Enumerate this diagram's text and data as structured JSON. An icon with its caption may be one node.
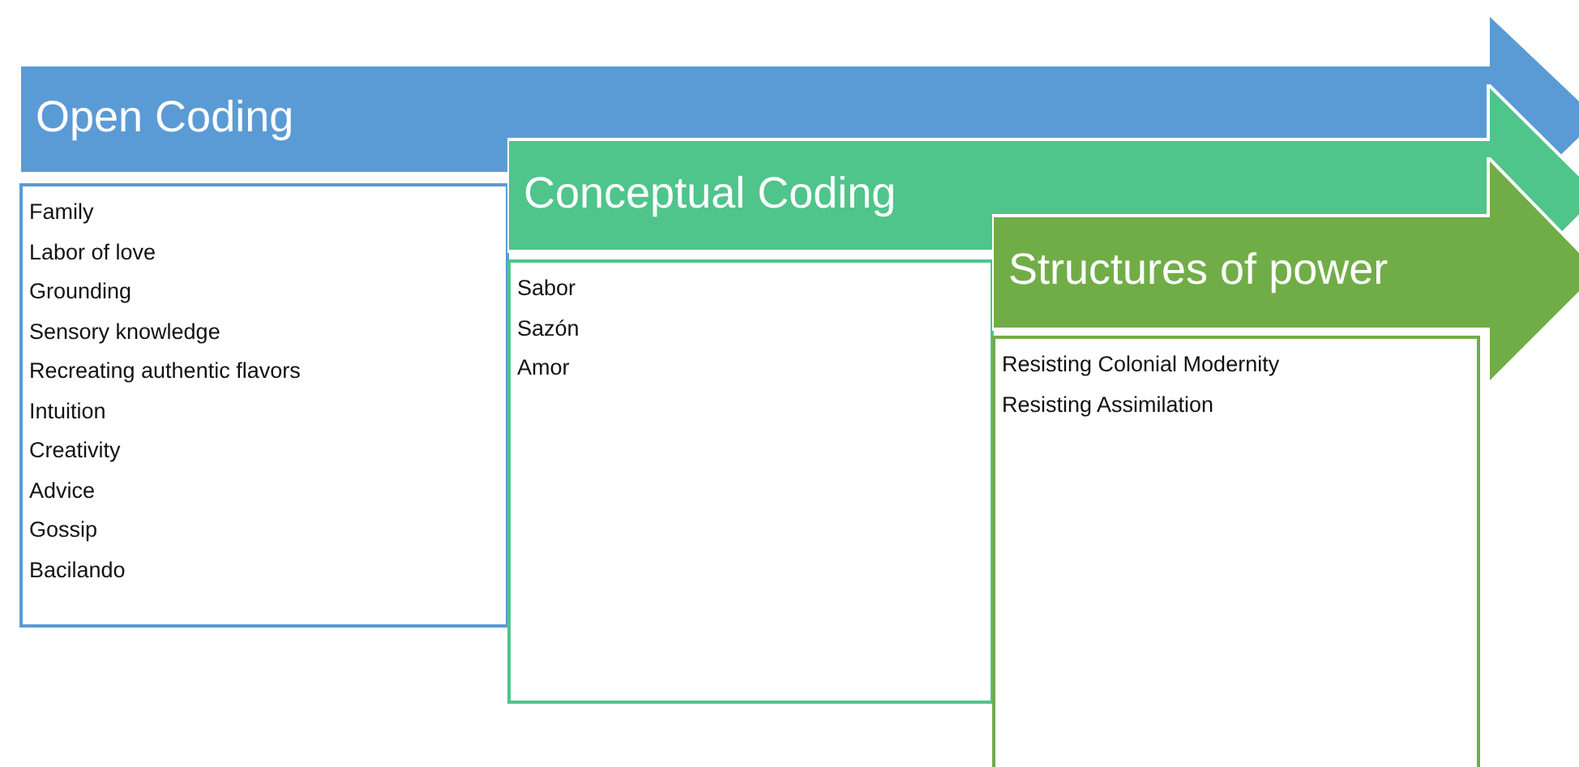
{
  "diagram": {
    "nodes": [
      {
        "text": [
          "Open Coding"
        ]
      },
      {
        "text": [
          "Family",
          "Labor of love",
          "Grounding",
          "Sensory knowledge",
          "Recreating authentic flavors",
          "Intuition",
          "Creativity",
          "Advice",
          "Gossip",
          "Bacilando"
        ]
      },
      {
        "text": [
          "Conceptual Coding"
        ]
      },
      {
        "text": [
          "Sabor",
          "Sazón",
          "Amor"
        ]
      },
      {
        "text": [
          "Structures of power"
        ]
      },
      {
        "text": [
          "Resisting Colonial Modernity",
          "Resisting Assimilation"
        ]
      }
    ]
  }
}
